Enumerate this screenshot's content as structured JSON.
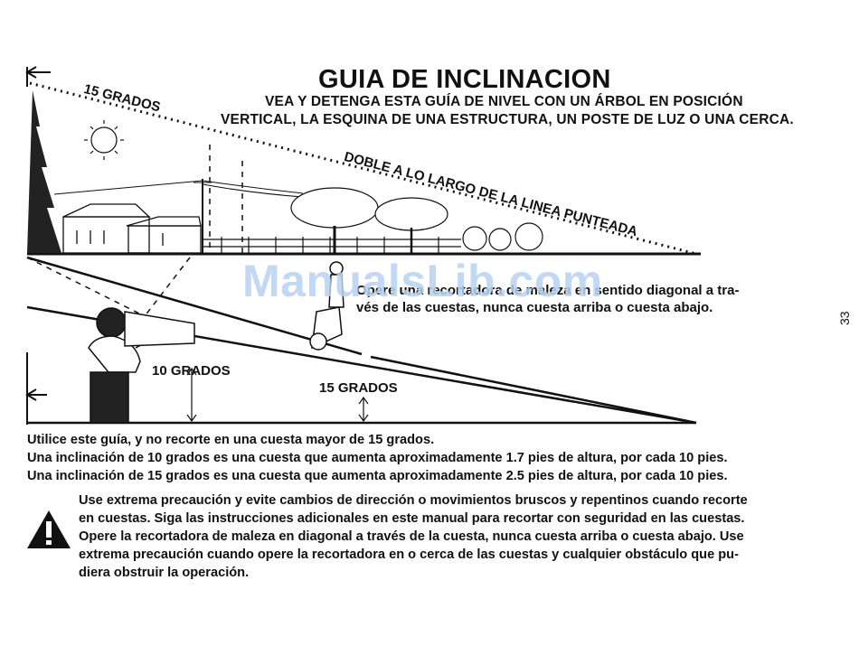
{
  "title": "GUIA DE INCLINACION",
  "subtitle_lines": [
    "VEA Y DETENGA ESTA GUÍA DE NIVEL CON UN ÁRBOL EN POSICIÓN",
    "VERTICAL, LA ESQUINA DE UNA ESTRUCTURA, UN POSTE DE LUZ O UNA CERCA."
  ],
  "diagram": {
    "top_angle_label": "15 GRADOS",
    "fold_label": "DOBLE A LO LARGO DE LA LINEA PUNTEADA",
    "operate_line1": "Opere una recortadora de maleza en sentido diagonal a tra-",
    "operate_line2": "vés de las cuestas, nunca cuesta arriba o cuesta abajo.",
    "angle_10_label": "10 GRADOS",
    "angle_15_label": "15 GRADOS"
  },
  "body_lines": [
    "Utilice este guía, y no recorte en una cuesta mayor de 15 grados.",
    "Una inclinación de 10 grados es una cuesta que aumenta aproximadamente 1.7 pies de altura, por cada 10 pies.",
    "Una inclinación de 15 grados es una cuesta que aumenta aproximadamente 2.5 pies de altura, por cada 10 pies."
  ],
  "warning": {
    "icon": "warning-triangle-icon",
    "lines": [
      "Use extrema precaución y evite cambios de dirección o movimientos bruscos y repentinos cuando recorte",
      "en cuestas. Siga las instrucciones adicionales en este manual para recortar con seguridad en las cuestas.",
      "Opere la recortadora de maleza en diagonal a través de la cuesta, nunca cuesta arriba o cuesta abajo. Use",
      "extrema precaución cuando opere la recortadora en o cerca de las cuestas y cualquier obstáculo que pu-",
      "diera obstruir la operación."
    ]
  },
  "watermark": "ManualsLib.com",
  "page_number": "33"
}
